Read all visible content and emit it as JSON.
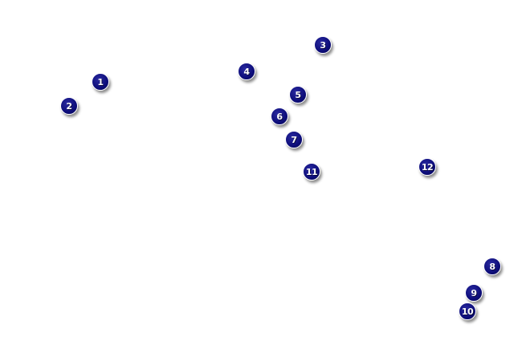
{
  "map": {
    "marker_color": "#0d0d7a",
    "markers": [
      {
        "label": "1"
      },
      {
        "label": "2"
      },
      {
        "label": "3"
      },
      {
        "label": "4"
      },
      {
        "label": "5"
      },
      {
        "label": "6"
      },
      {
        "label": "7"
      },
      {
        "label": "8"
      },
      {
        "label": "9"
      },
      {
        "label": "10"
      },
      {
        "label": "11"
      },
      {
        "label": "12"
      }
    ]
  }
}
